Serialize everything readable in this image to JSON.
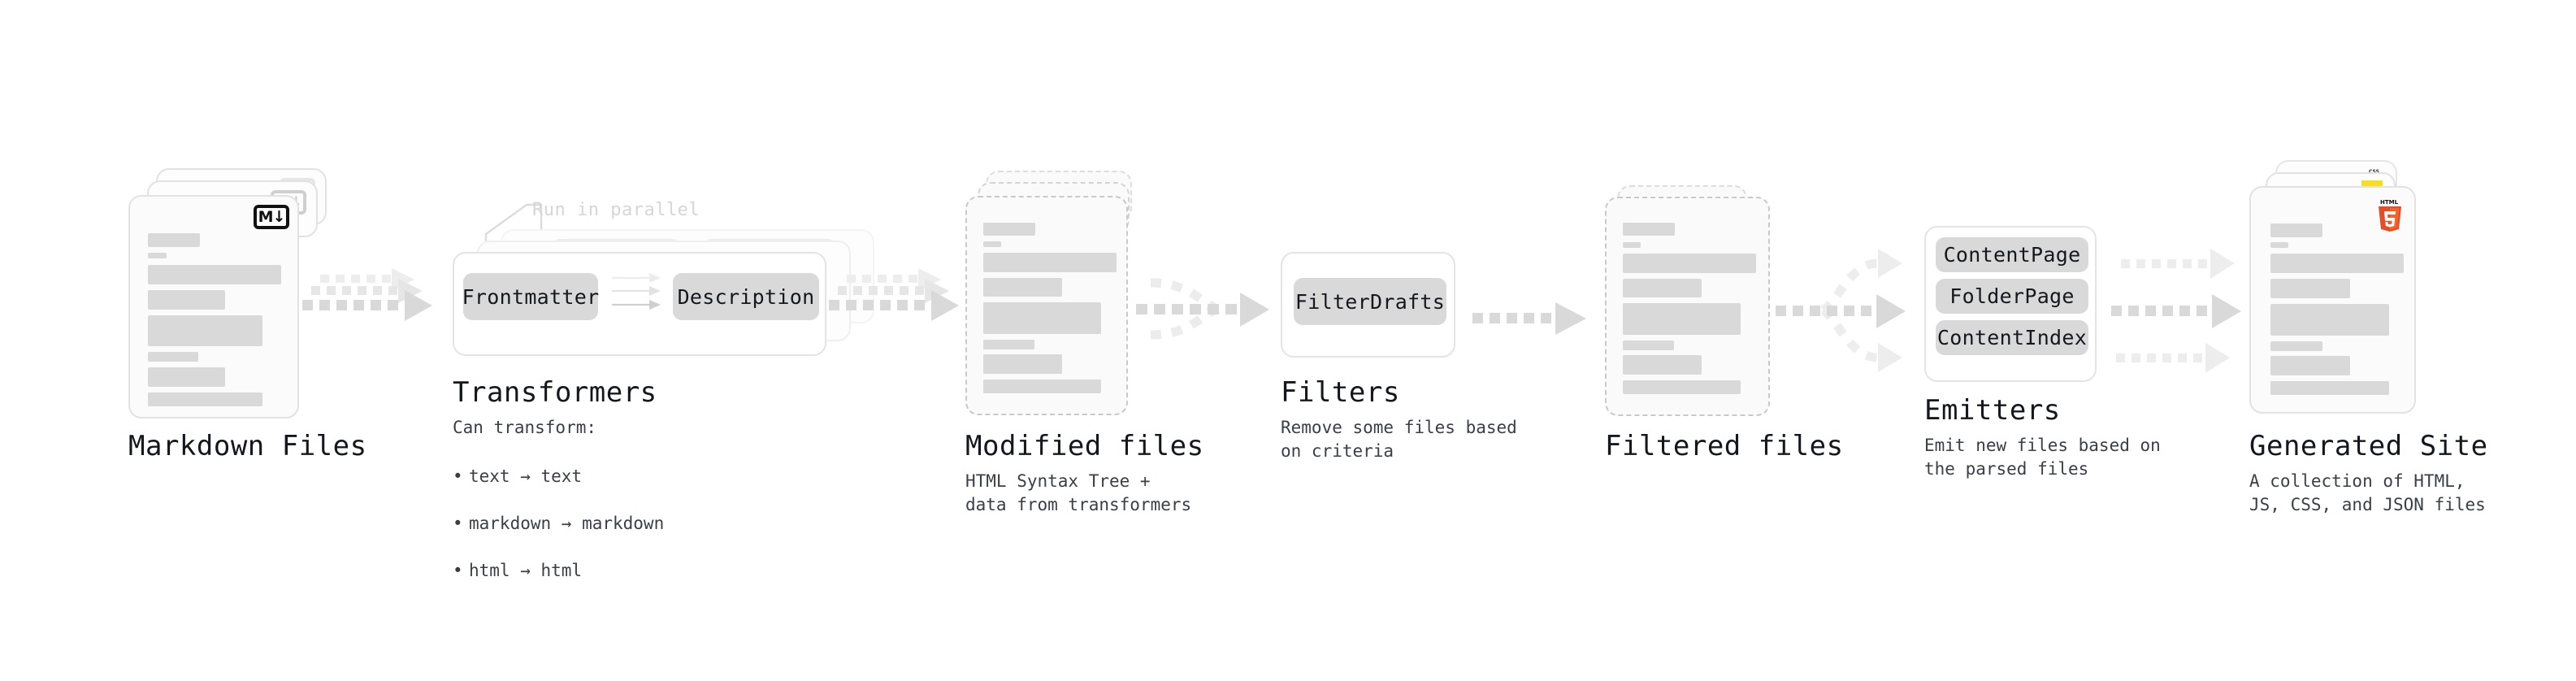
{
  "diagram": {
    "title_semantic": "quartz-build-pipeline",
    "colors": {
      "text": "#14181c",
      "subtext": "#3a3f45",
      "bar": "#d9d9d9",
      "chip": "#d9d9d9",
      "arrow": "#d9d9d9",
      "arrow_faded": "#eeeeee",
      "card_border": "#e2e2e2",
      "dashed_border": "#c9c9c9",
      "muted_label": "#d6d6d6",
      "html5_orange": "#e44d26",
      "html5_orange_dark": "#f16529",
      "js_yellow": "#f7df1e",
      "css_blue": "#264de4"
    }
  },
  "stages": [
    {
      "key": "markdown_files",
      "title": "Markdown Files",
      "subtitle": "",
      "icon": "markdown-icon",
      "icon_label": "M"
    },
    {
      "key": "transformers",
      "title": "Transformers",
      "subtitle": "Can transform:",
      "note": "Run in parallel",
      "bullets": [
        "text → text",
        "markdown → markdown",
        "html → html"
      ],
      "chips": [
        "Frontmatter",
        "Description"
      ]
    },
    {
      "key": "modified_files",
      "title": "Modified files",
      "subtitle": "HTML Syntax Tree +\ndata from transformers"
    },
    {
      "key": "filters",
      "title": "Filters",
      "subtitle": "Remove some files based\non criteria",
      "chips": [
        "FilterDrafts"
      ]
    },
    {
      "key": "filtered_files",
      "title": "Filtered files",
      "subtitle": ""
    },
    {
      "key": "emitters",
      "title": "Emitters",
      "subtitle": "Emit new files based on\nthe parsed files",
      "chips": [
        "ContentPage",
        "FolderPage",
        "ContentIndex"
      ]
    },
    {
      "key": "generated_site",
      "title": "Generated Site",
      "subtitle": "A collection of HTML,\nJS, CSS, and JSON files",
      "icons": [
        "html5-icon",
        "js-icon",
        "css3-icon"
      ],
      "icon_labels": [
        "HTML",
        "5",
        "CSS"
      ]
    }
  ],
  "connectors": [
    {
      "key": "markdown-to-transformers",
      "style": "stacked-dashed-arrow"
    },
    {
      "key": "transformers-to-modified",
      "style": "stacked-dashed-arrow"
    },
    {
      "key": "modified-to-filters",
      "style": "merge-dashed-arrow"
    },
    {
      "key": "filters-to-filtered",
      "style": "dashed-arrow"
    },
    {
      "key": "filtered-to-emitters",
      "style": "fanout-dashed-arrow"
    },
    {
      "key": "emitters-to-site",
      "style": "triple-dashed-arrow"
    }
  ]
}
